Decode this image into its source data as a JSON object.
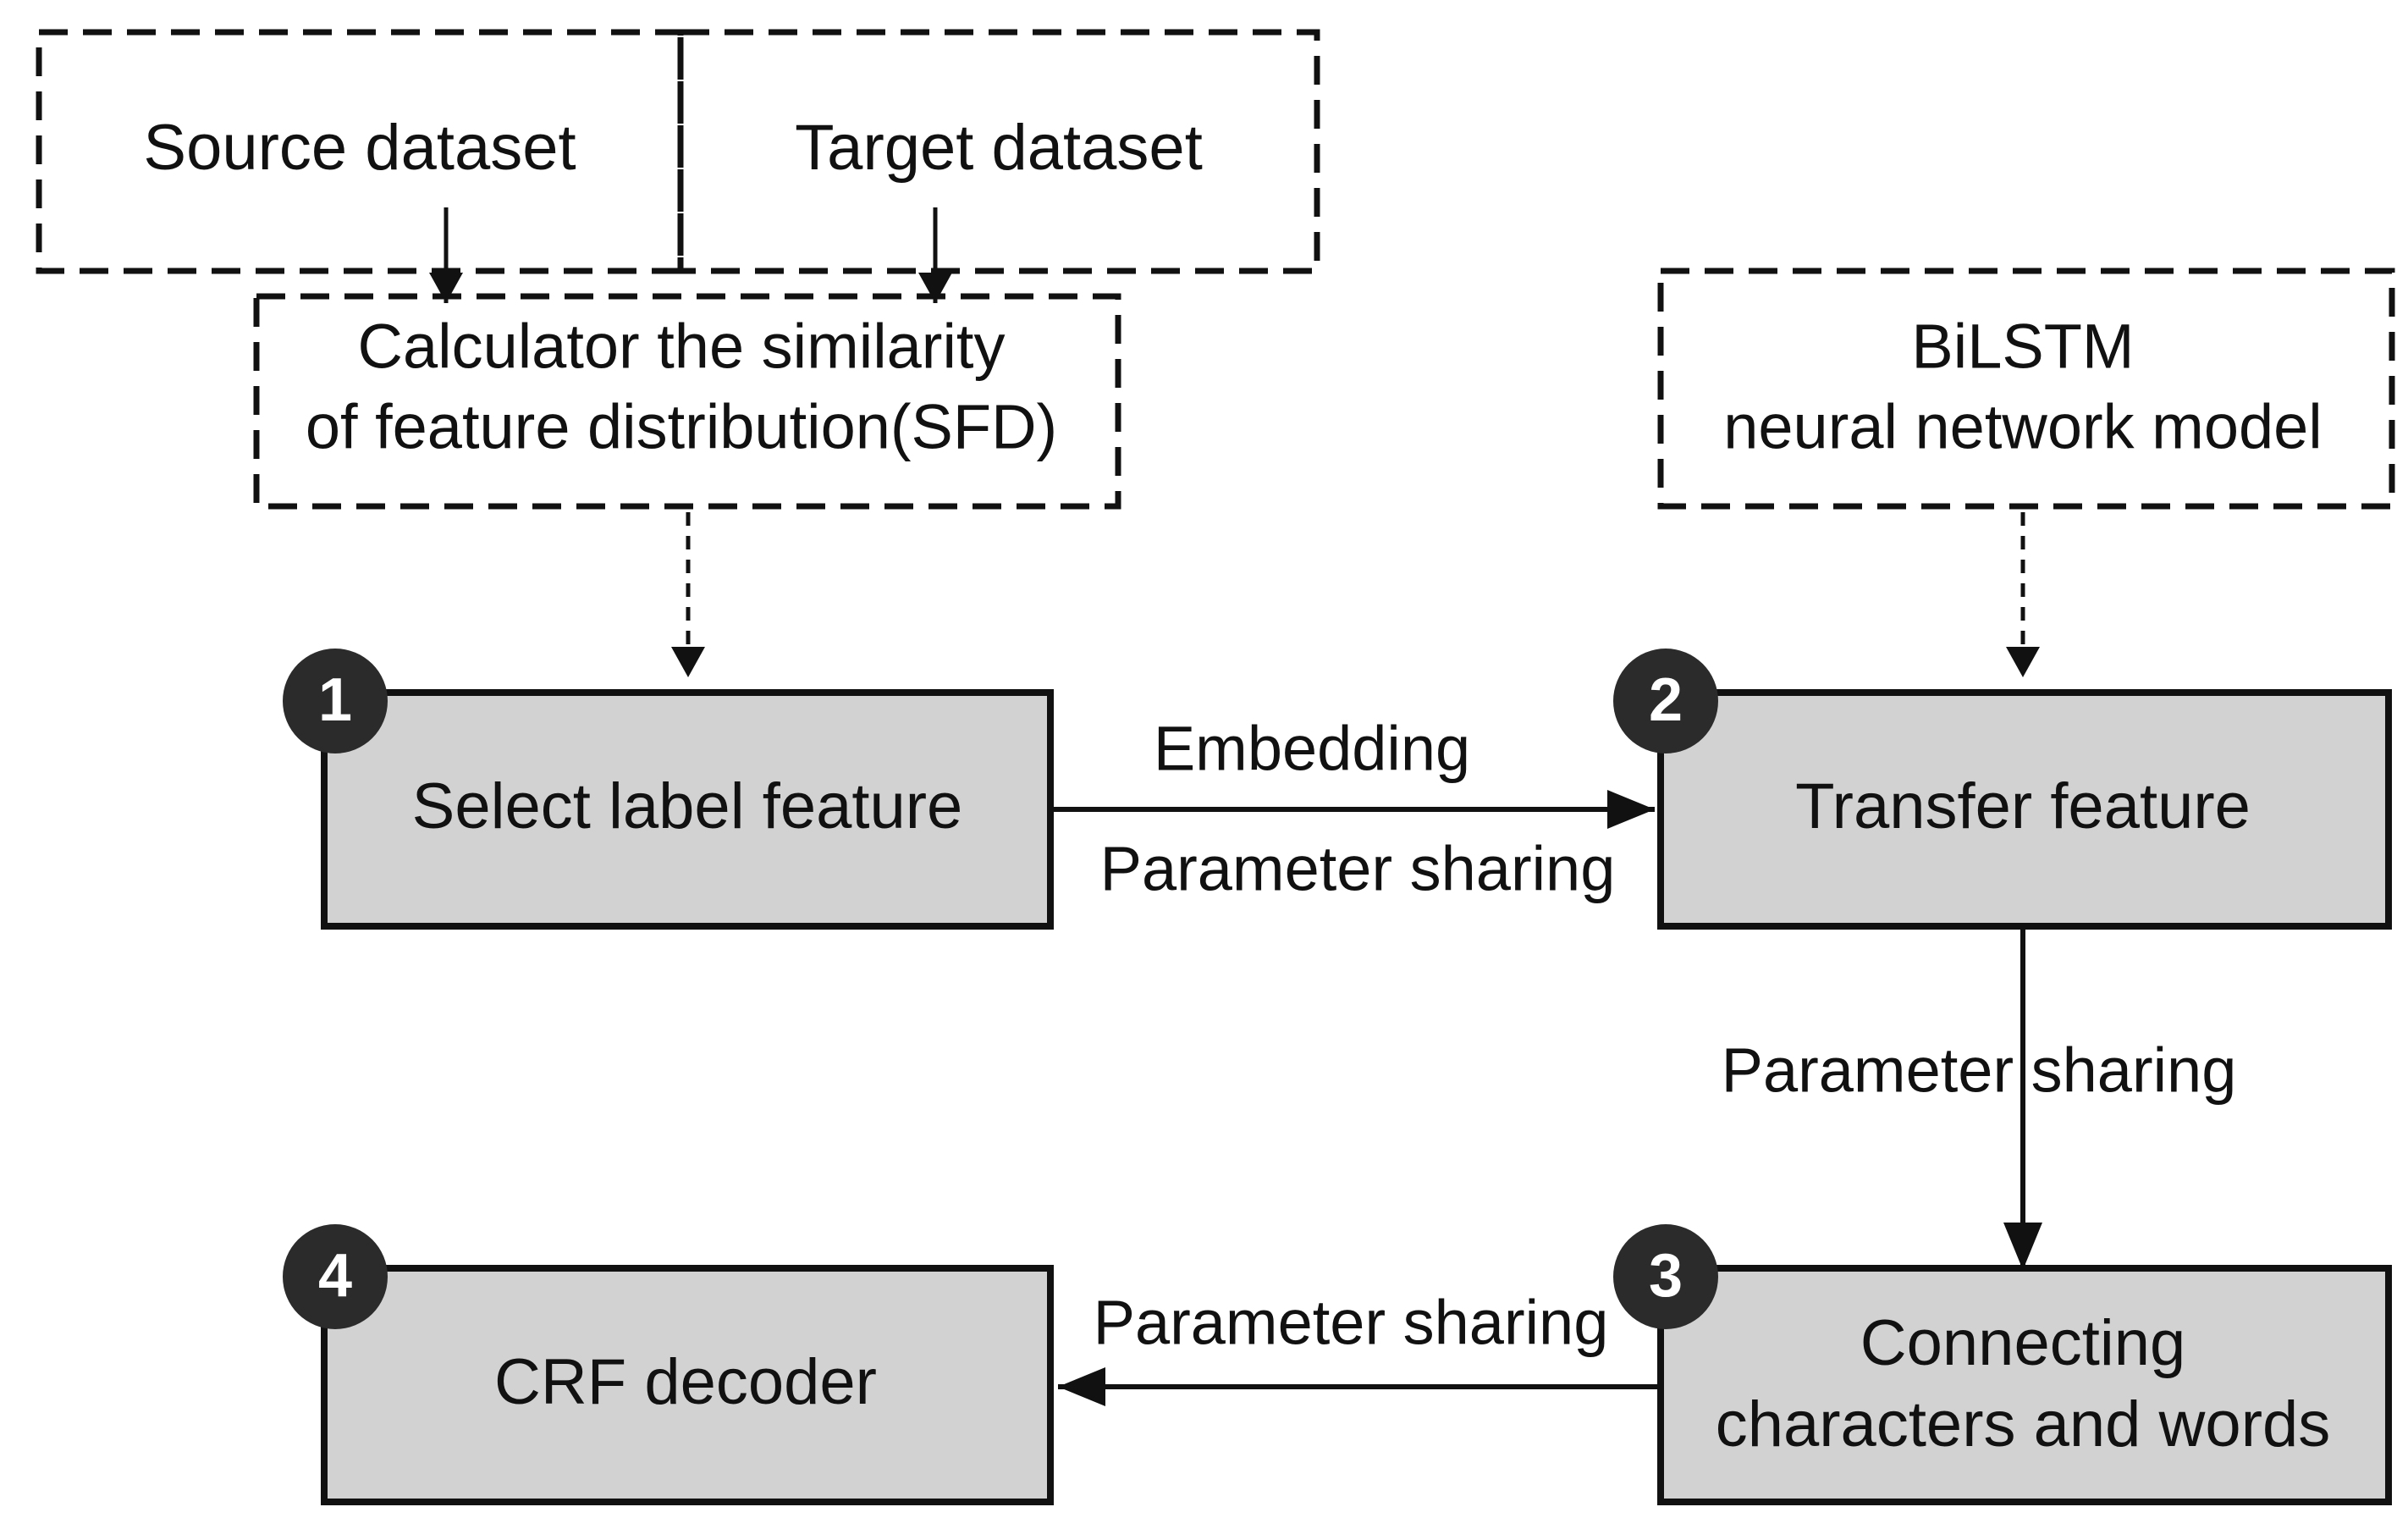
{
  "inputs": {
    "source_dataset": "Source dataset",
    "target_dataset": "Target dataset"
  },
  "similarity_box": {
    "line1": "Calculator the similarity",
    "line2": "of feature distribution(SFD)"
  },
  "model_box": {
    "line1": "BiLSTM",
    "line2": "neural network model"
  },
  "steps": [
    {
      "number": "1",
      "label": "Select label feature"
    },
    {
      "number": "2",
      "label": "Transfer feature"
    },
    {
      "number": "3",
      "line1": "Connecting",
      "line2": "characters and words"
    },
    {
      "number": "4",
      "label": "CRF decoder"
    }
  ],
  "edges": {
    "step1_to_step2_top": "Embedding",
    "step1_to_step2_bottom": "Parameter sharing",
    "step2_to_step3": "Parameter sharing",
    "step3_to_step4": "Parameter sharing"
  },
  "colors": {
    "process_box_fill": "#d2d2d2",
    "badge_fill": "#2b2b2b",
    "badge_text": "#ffffff",
    "stroke": "#111111"
  }
}
